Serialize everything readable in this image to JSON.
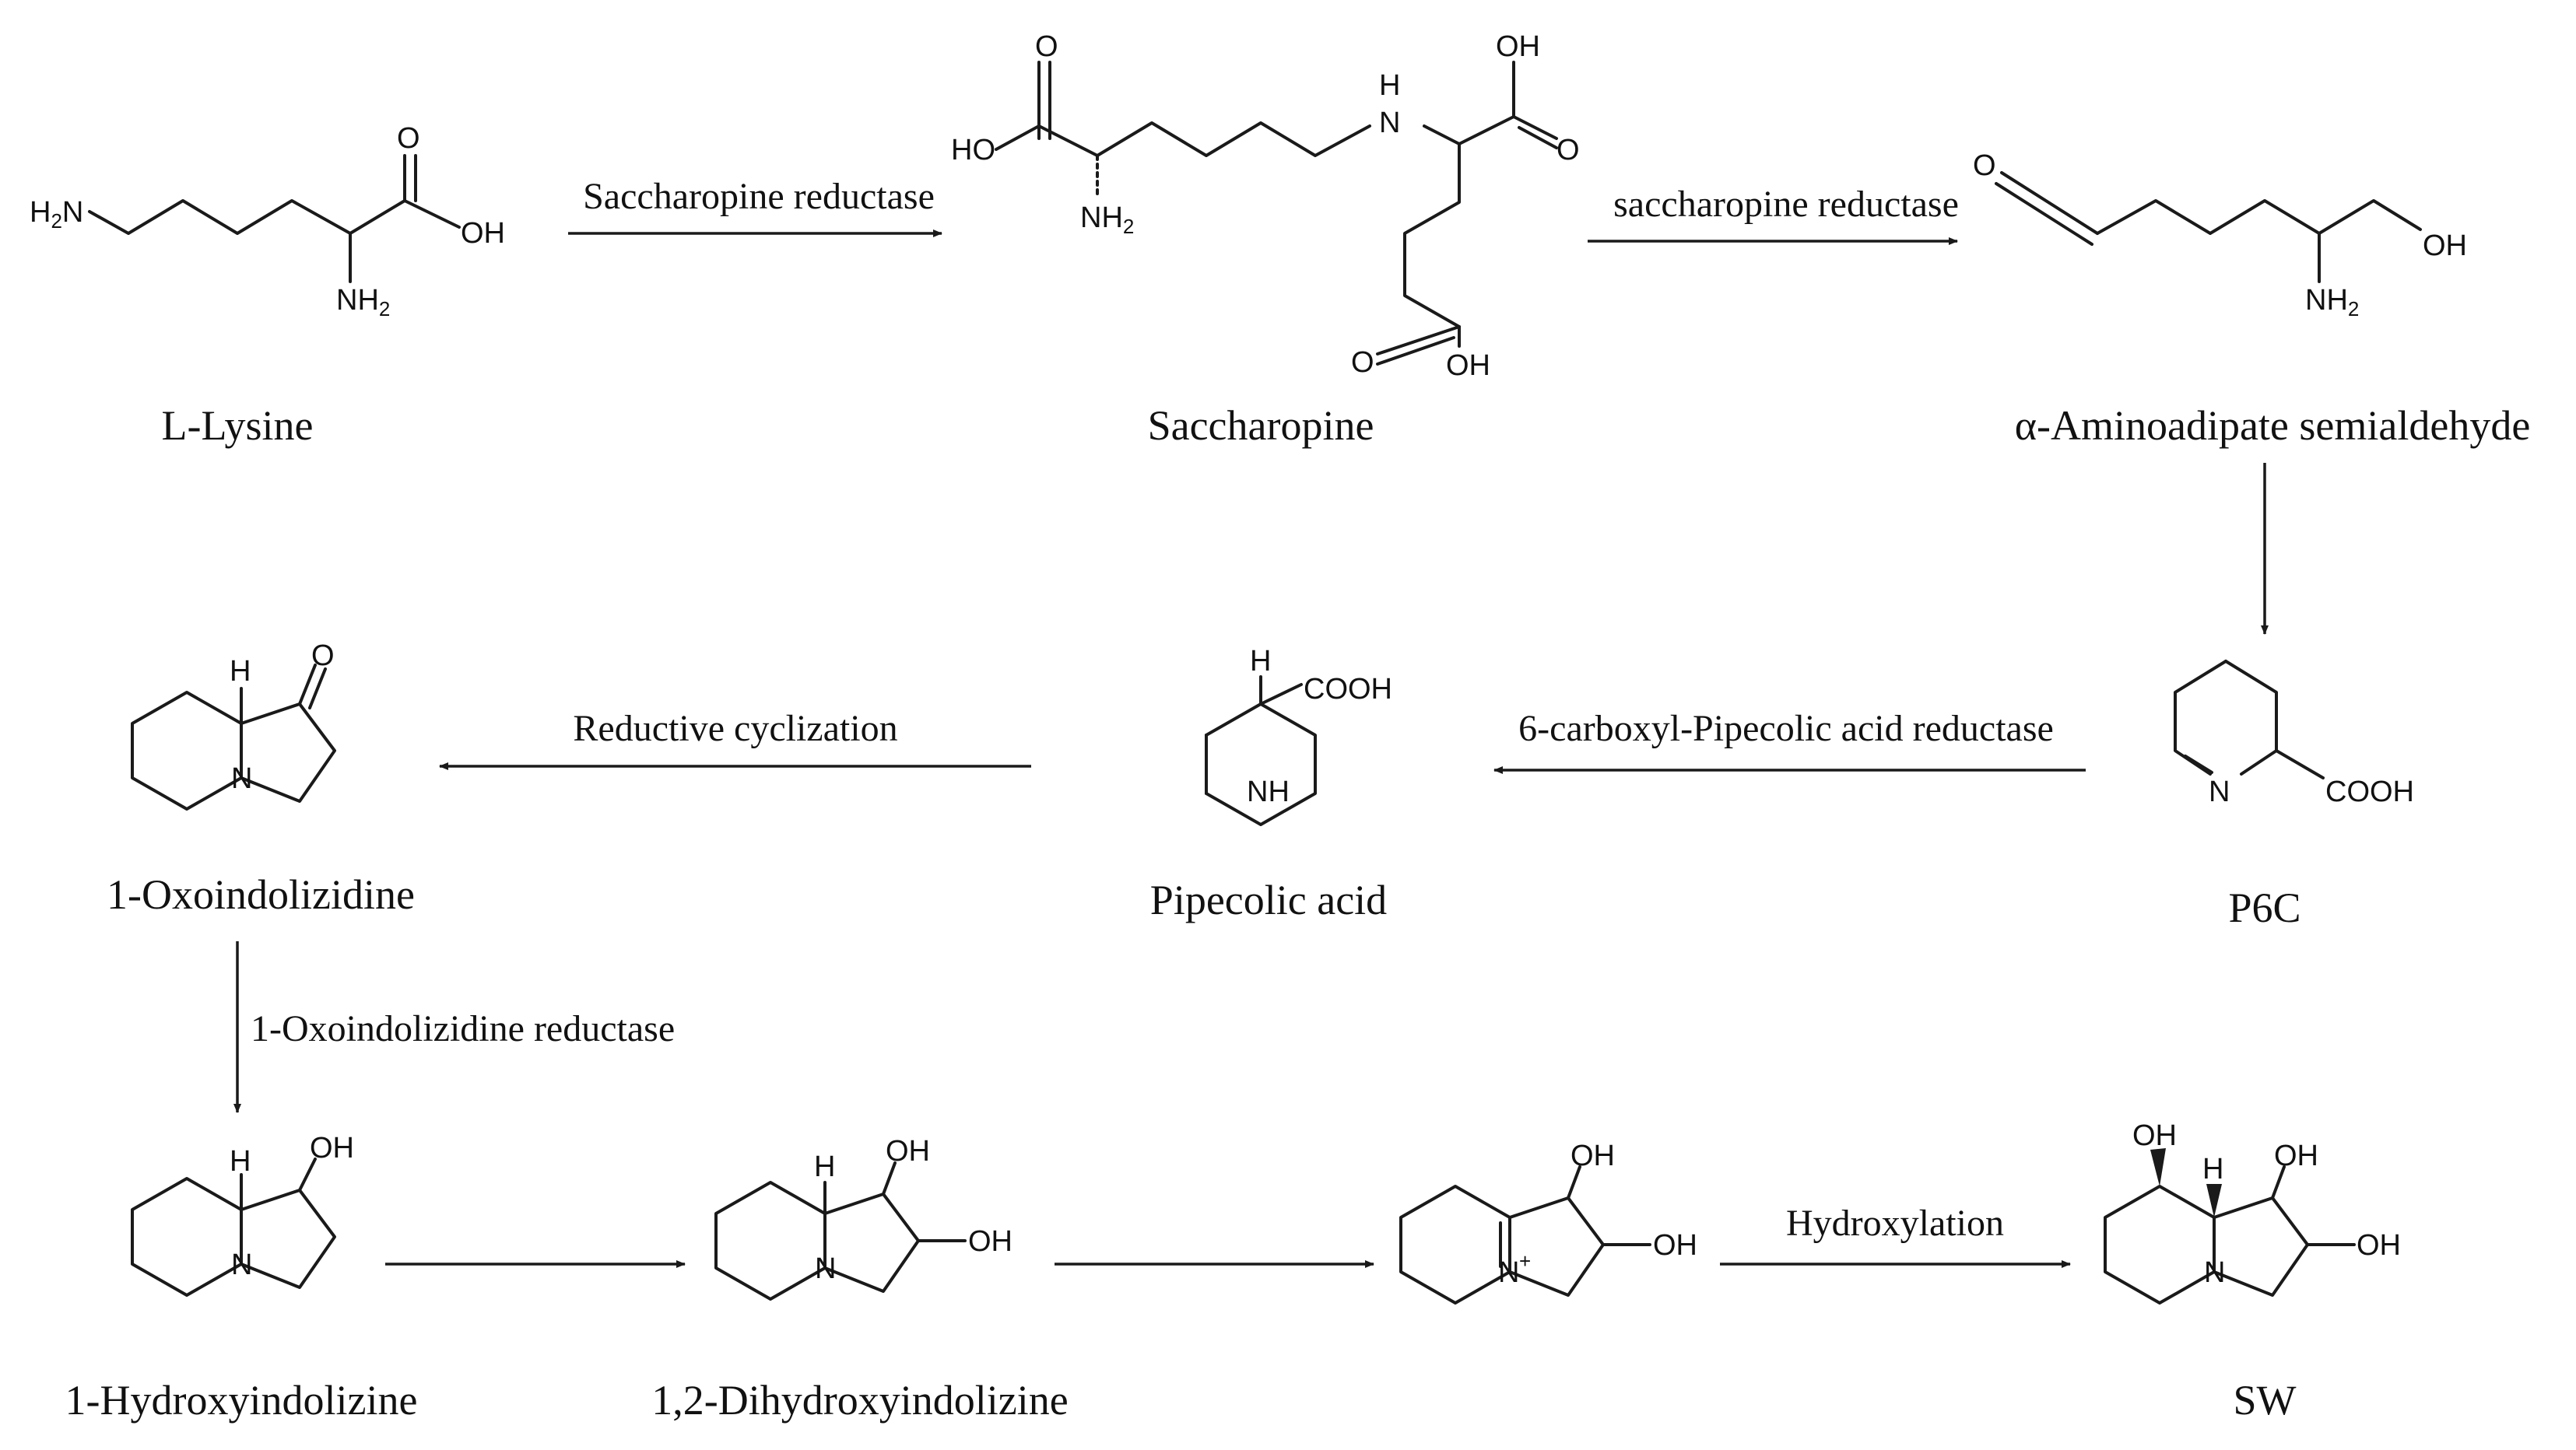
{
  "compounds": {
    "lysine": "L-Lysine",
    "saccharopine": "Saccharopine",
    "aminoadipate": "α-Aminoadipate semialdehyde",
    "p6c": "P6C",
    "pipecolic": "Pipecolic acid",
    "oxoindolizidine": "1-Oxoindolizidine",
    "hydroxyindolizine": "1-Hydroxyindolizine",
    "dihydroxyindolizine": "1,2-Dihydroxyindolizine",
    "sw": "SW"
  },
  "enzymes": {
    "e1": "Saccharopine reductase",
    "e2": "saccharopine reductase",
    "e3": "6-carboxyl-Pipecolic acid reductase",
    "e4": "Reductive cyclization",
    "e5": "1-Oxoindolizidine reductase",
    "e6": "Hydroxylation"
  },
  "atoms": {
    "H": "H",
    "N": "N",
    "O": "O",
    "OH": "OH",
    "HO": "HO",
    "HN": "HN",
    "NH": "NH",
    "COOH": "COOH",
    "NH2": "NH",
    "H2N": "H",
    "N_plus": "N",
    "two": "2",
    "plus": "+"
  }
}
